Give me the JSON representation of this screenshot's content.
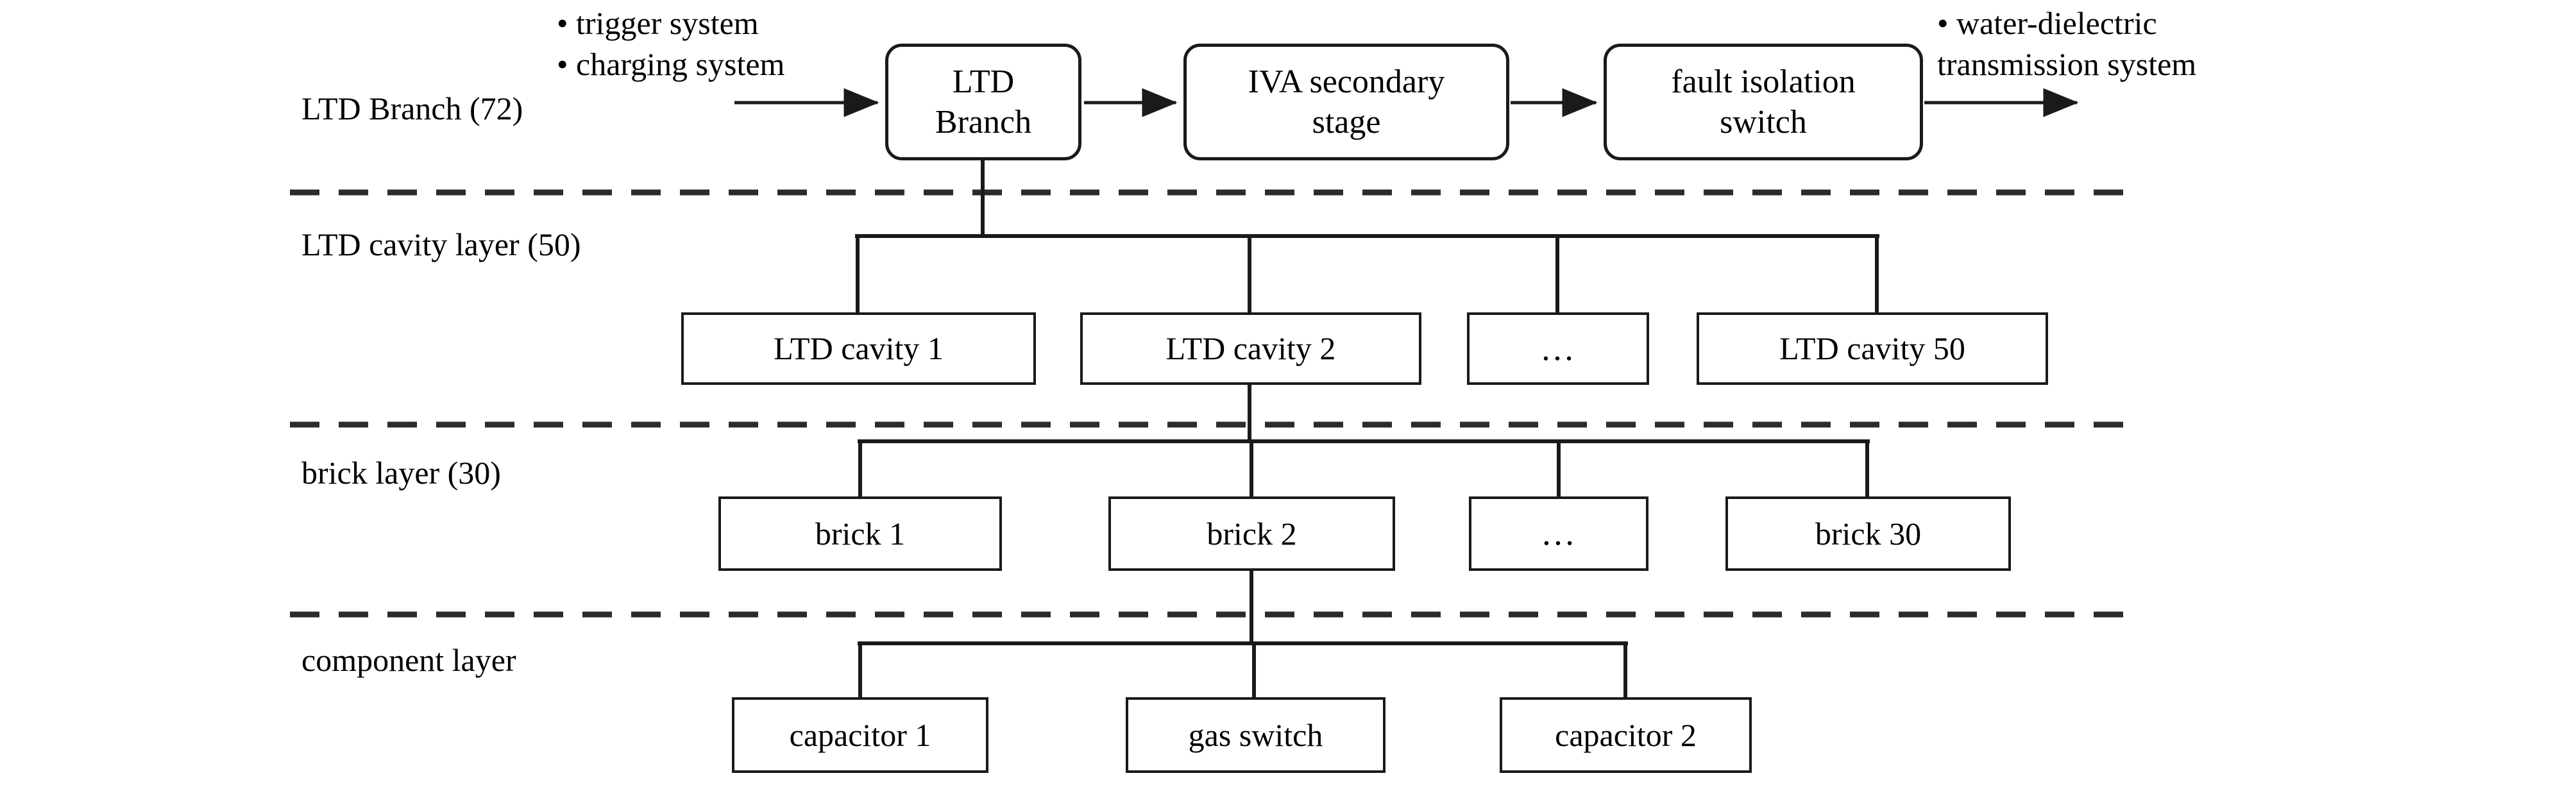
{
  "figure": {
    "kind": "hierarchical-block-diagram",
    "background_color": "#ffffff",
    "line_color": "#1a1a1a",
    "text_color": "#000000"
  },
  "notes": {
    "left": "• trigger system\n• charging system",
    "right": "• water-dielectric\ntransmission system"
  },
  "layer_labels": [
    {
      "id": "ltd-branch",
      "text": "LTD Branch (72)"
    },
    {
      "id": "ltd-cavity-layer",
      "text": "LTD cavity layer (50)"
    },
    {
      "id": "brick-layer",
      "text": "brick layer (30)"
    },
    {
      "id": "component-layer",
      "text": "component layer"
    }
  ],
  "rows": {
    "chain": {
      "shape": "rounded",
      "nodes": [
        {
          "id": "ltd-branch",
          "label": "LTD\nBranch"
        },
        {
          "id": "iva-secondary-stage",
          "label": "IVA secondary\nstage"
        },
        {
          "id": "fault-isolation-switch",
          "label": "fault isolation\nswitch"
        }
      ]
    },
    "cavity": {
      "shape": "rect",
      "nodes": [
        {
          "id": "ltd-cavity-1",
          "label": "LTD cavity 1"
        },
        {
          "id": "ltd-cavity-2",
          "label": "LTD cavity 2"
        },
        {
          "id": "ltd-cavity-ellipsis",
          "label": "…"
        },
        {
          "id": "ltd-cavity-50",
          "label": "LTD cavity 50"
        }
      ]
    },
    "brick": {
      "shape": "rect",
      "nodes": [
        {
          "id": "brick-1",
          "label": "brick 1"
        },
        {
          "id": "brick-2",
          "label": "brick 2"
        },
        {
          "id": "brick-ellipsis",
          "label": "…"
        },
        {
          "id": "brick-30",
          "label": "brick 30"
        }
      ]
    },
    "component": {
      "shape": "rect",
      "nodes": [
        {
          "id": "capacitor-1",
          "label": "capacitor 1"
        },
        {
          "id": "gas-switch",
          "label": "gas switch"
        },
        {
          "id": "capacitor-2",
          "label": "capacitor 2"
        }
      ]
    }
  }
}
